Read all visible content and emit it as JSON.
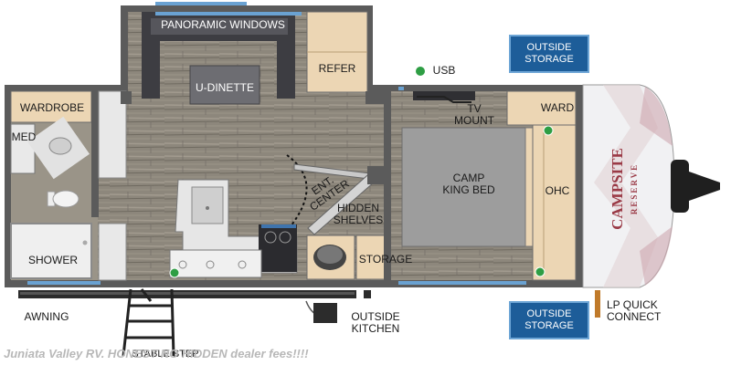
{
  "labels": {
    "panoramic_windows": "PANORAMIC WINDOWS",
    "u_dinette": "U-DINETTE",
    "refer": "REFER",
    "usb": "USB",
    "wardrobe": "WARDROBE",
    "med": "MED",
    "tv_mount_1": "TV",
    "tv_mount_2": "MOUNT",
    "ward": "WARD",
    "camp_king_bed_1": "CAMP",
    "camp_king_bed_2": "KING BED",
    "ohc": "OHC",
    "ent_center_1": "ENT.",
    "ent_center_2": "CENTER",
    "hidden_shelves_1": "HIDDEN",
    "hidden_shelves_2": "SHELVES",
    "storage": "STORAGE",
    "shower": "SHOWER",
    "awning": "AWNING",
    "outside_kitchen_1": "OUTSIDE",
    "outside_kitchen_2": "KITCHEN",
    "lp_quick_connect_1": "LP QUICK",
    "lp_quick_connect_2": "CONNECT",
    "stable_step": "STABLE STEP"
  },
  "badges": {
    "outside_storage_top_1": "OUTSIDE",
    "outside_storage_top_2": "STORAGE",
    "outside_storage_bottom_1": "OUTSIDE",
    "outside_storage_bottom_2": "STORAGE"
  },
  "brand": {
    "logo_line1": "CAMPSITE",
    "logo_line2": "RESERVE"
  },
  "watermark": "Juniata Valley RV. HONEST NO HIDDEN dealer fees!!!!",
  "colors": {
    "wall": "#5a5a5a",
    "floor_wood": "#8a8478",
    "bed": "#9c9c9c",
    "cabinet": "#e8d2b0",
    "badge_blue": "#1d5d99",
    "usb_green": "#2e9e44",
    "brand_red": "#9a3a46"
  }
}
